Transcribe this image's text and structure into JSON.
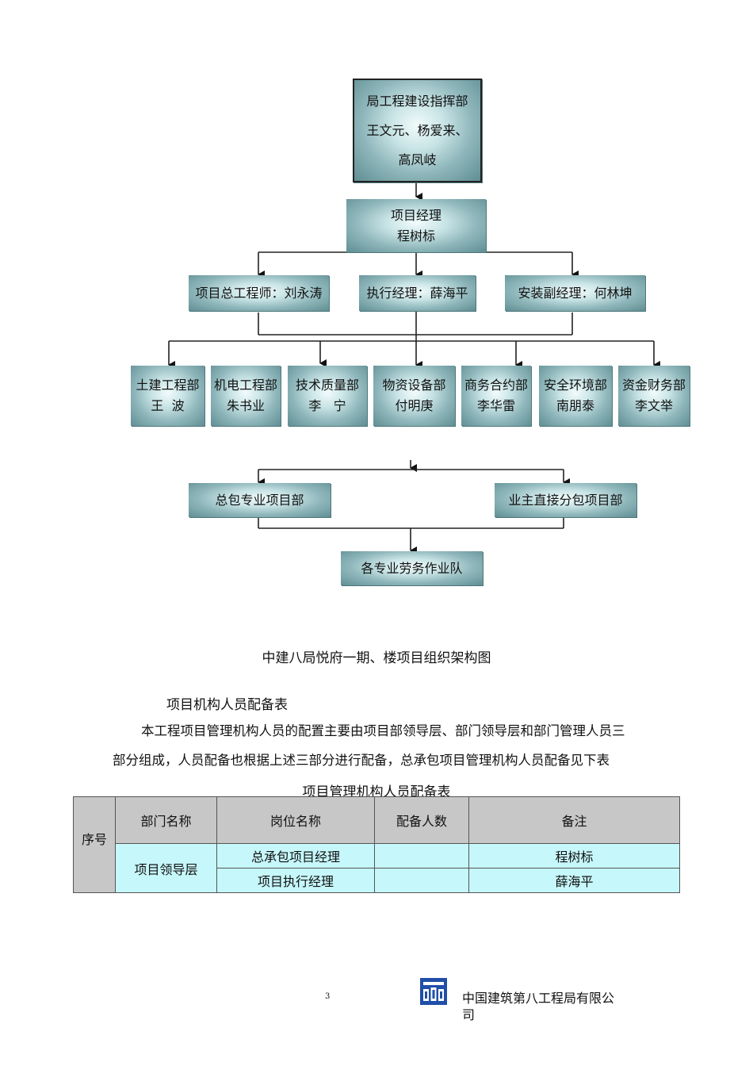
{
  "org_chart": {
    "top": {
      "line1": "局工程建设指挥部",
      "line2": "王文元、杨爱来、",
      "line3": "高凤岐"
    },
    "pm": {
      "line1": "项目经理",
      "line2": "程树标"
    },
    "deputies": [
      {
        "label": "项目总工程师：刘永涛"
      },
      {
        "label": "执行经理：薛海平"
      },
      {
        "label": "安装副经理：何林坤"
      }
    ],
    "departments": [
      {
        "name": "土建工程部",
        "person": "王  波"
      },
      {
        "name": "机电工程部",
        "person": "朱书业"
      },
      {
        "name": "技术质量部",
        "person": "李   宁"
      },
      {
        "name": "物资设备部",
        "person": "付明庚"
      },
      {
        "name": "商务合约部",
        "person": "李华雷"
      },
      {
        "name": "安全环境部",
        "person": "南朋泰"
      },
      {
        "name": "资金财务部",
        "person": "李文举"
      }
    ],
    "general_contract": "总包专业项目部",
    "owner_subcontract": "业主直接分包项目部",
    "labor_team": "各专业劳务作业队"
  },
  "caption": "中建八局悦府一期、楼项目组织架构图",
  "section_title": "项目机构人员配备表",
  "paragraph_line1": "本工程项目管理机构人员的配置主要由项目部领导层、部门领导层和部门管理人员三",
  "paragraph_line2": "部分组成，人员配备也根据上述三部分进行配备，总承包项目管理机构人员配备见下表",
  "table": {
    "title": "项目管理机构人员配备表",
    "headers": {
      "seq": "序号",
      "dept": "部门名称",
      "position": "岗位名称",
      "count": "配备人数",
      "note": "备注"
    },
    "rows": [
      {
        "dept": "项目领导层",
        "position": "总承包项目经理",
        "count": "",
        "note": "程树标"
      },
      {
        "position": "项目执行经理",
        "count": "",
        "note": "薛海平"
      }
    ]
  },
  "footer": {
    "page": "3",
    "company_line1": "中国建筑第八工程局有限公",
    "company_line2": "司"
  }
}
